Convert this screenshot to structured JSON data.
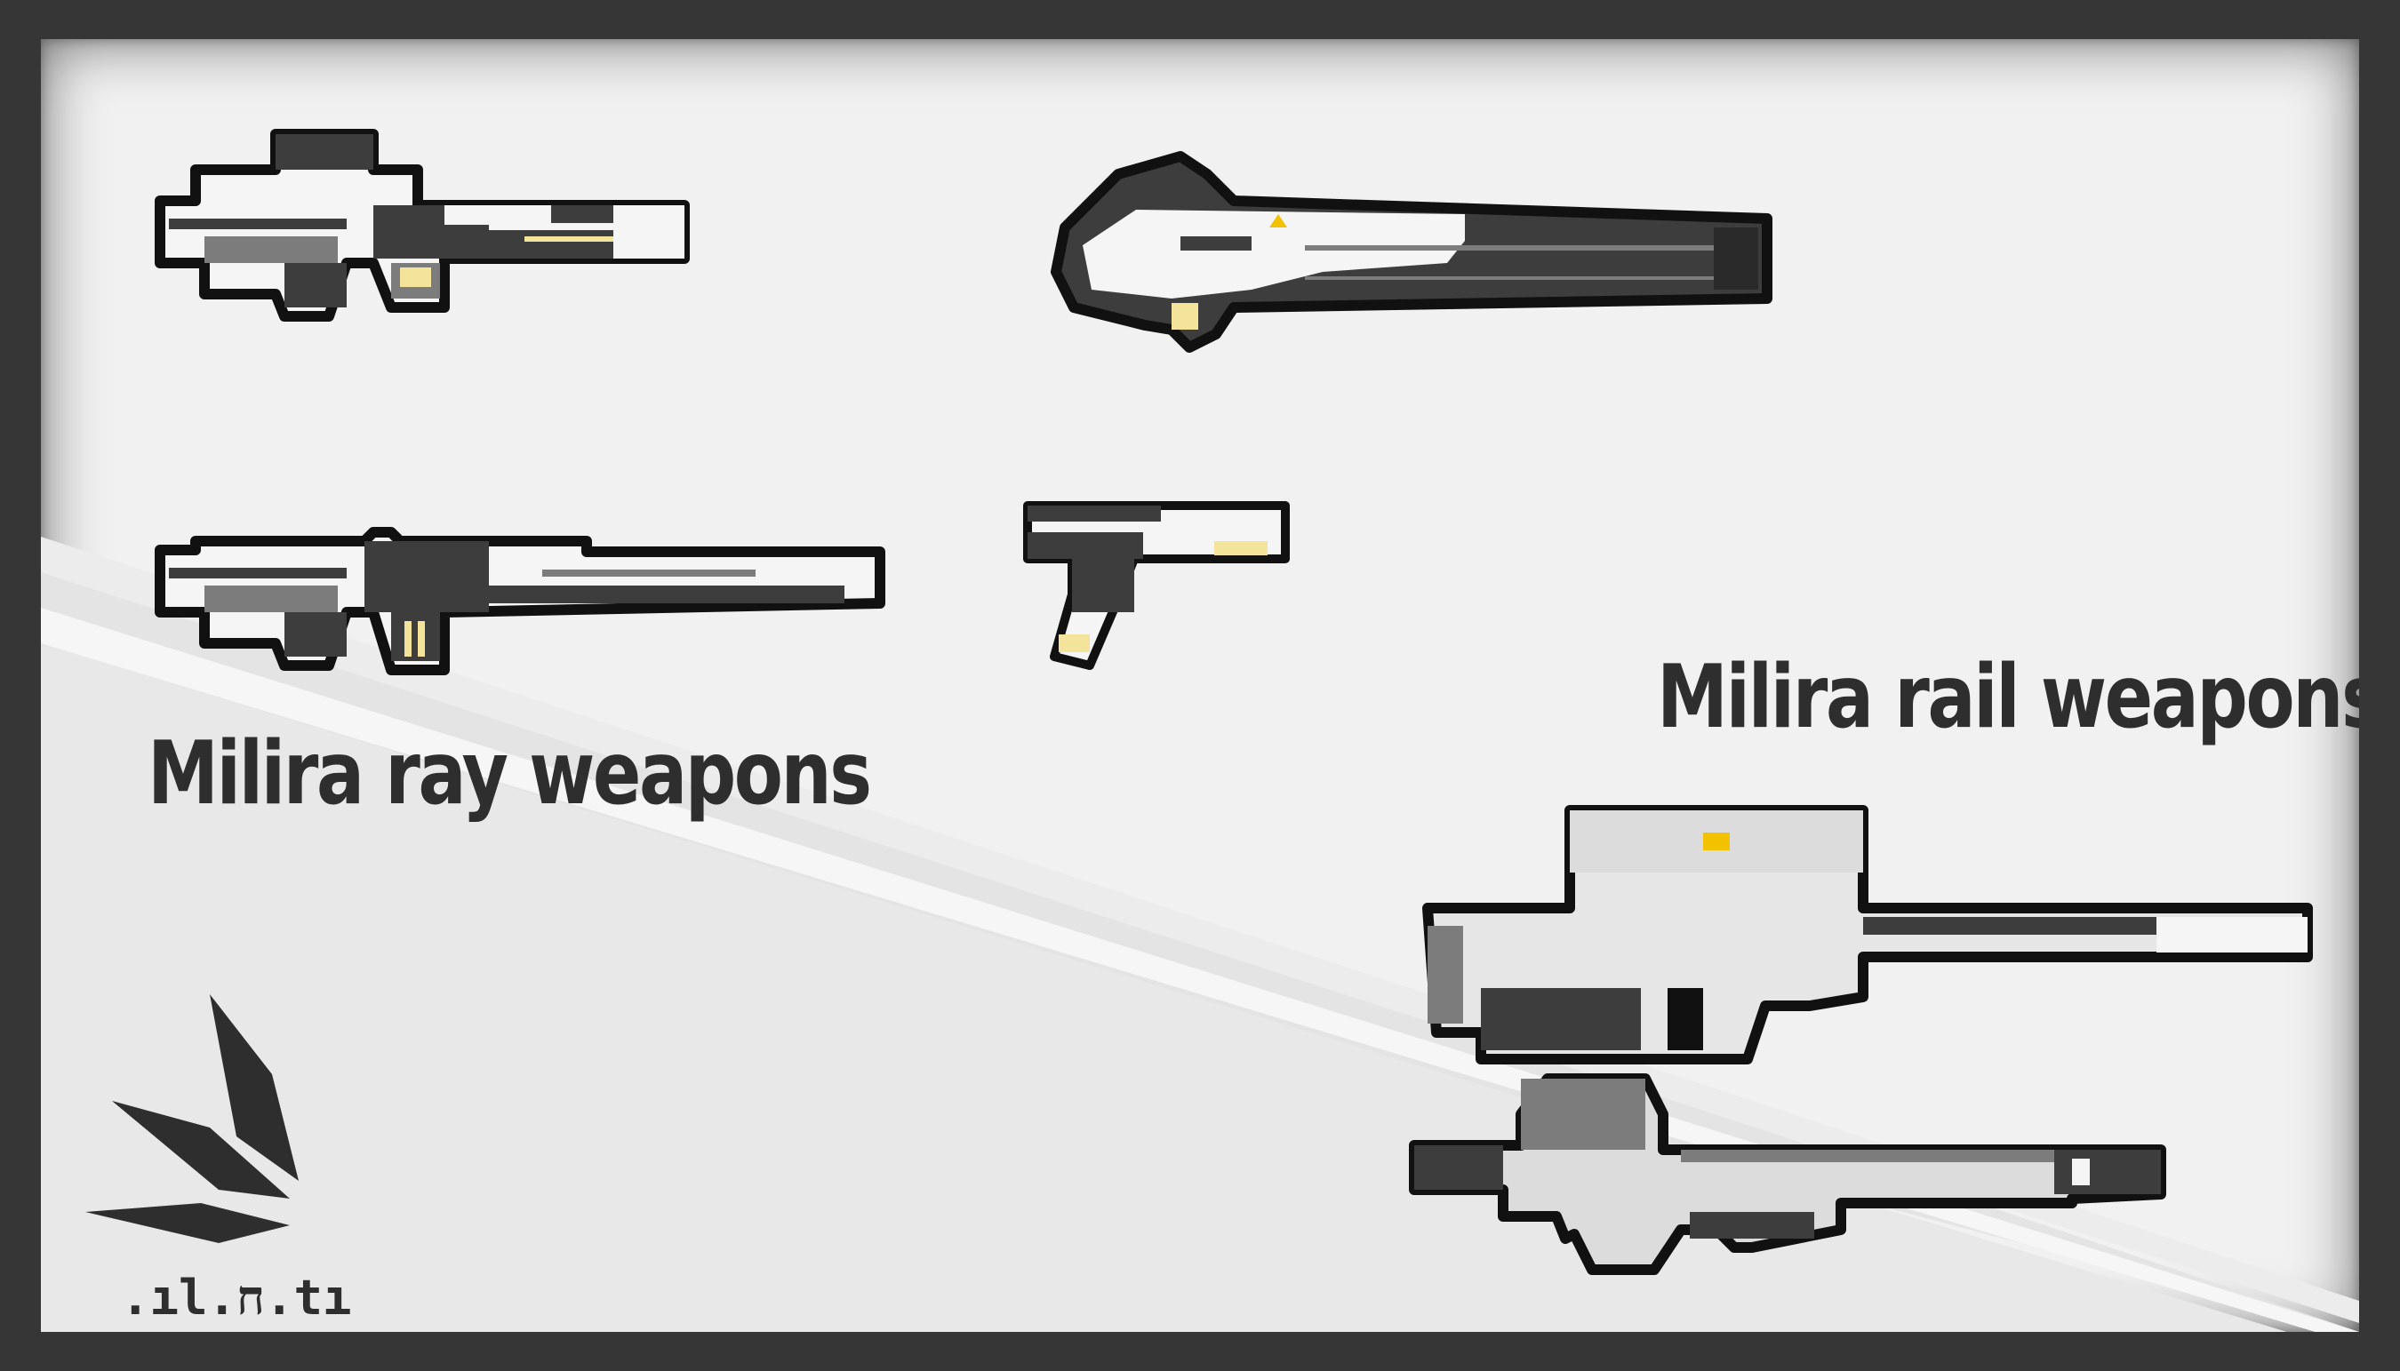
{
  "headings": {
    "ray_weapons": "Milira ray weapons",
    "rail_weapons": "Milira rail weapons"
  },
  "logo": {
    "icon": "milira-wing-emblem-icon",
    "wordmark": ".ıl.ח.tı."
  },
  "weapons": {
    "ray": [
      "ray-rifle-long",
      "ray-cannon",
      "ray-rifle",
      "ray-pistol"
    ],
    "rail": [
      "rail-sniper-scoped",
      "rail-rifle"
    ]
  },
  "colors": {
    "frame": "#363636",
    "background": "#f1f1f1",
    "stripe": "#e2e2e2",
    "heading": "#2e2e2e",
    "outline": "#111111",
    "body_dark": "#3d3d3d",
    "body_mid": "#7c7c7c",
    "body_light": "#f5f5f5",
    "accent_yellow": "#f4e39a",
    "warning_yellow": "#f2c200"
  }
}
